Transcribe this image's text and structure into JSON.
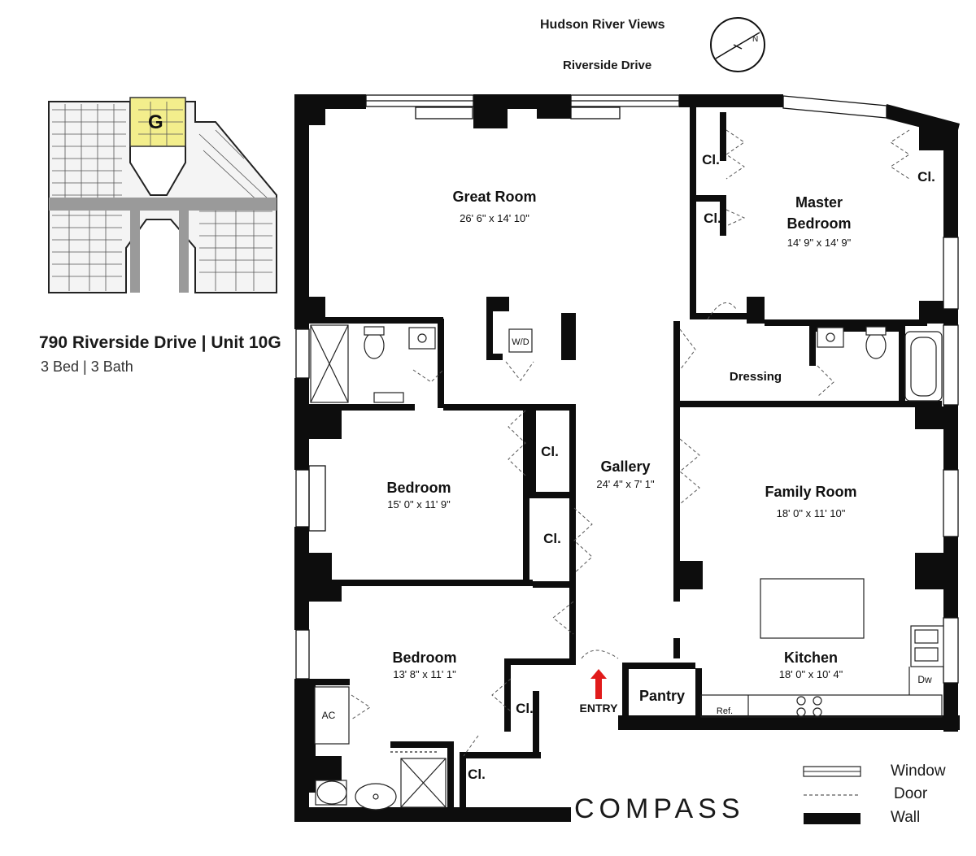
{
  "header": {
    "view": "Hudson River Views",
    "street": "Riverside Drive"
  },
  "listing": {
    "title": "790 Riverside Drive | Unit 10G",
    "subtitle": "3 Bed | 3 Bath"
  },
  "keyplan": {
    "unit_letter": "G"
  },
  "rooms": {
    "great_room": {
      "name": "Great Room",
      "dims": "26' 6\" x 14' 10\""
    },
    "master_bedroom": {
      "name_line1": "Master",
      "name_line2": "Bedroom",
      "dims": "14' 9\" x 14' 9\""
    },
    "bedroom_1": {
      "name": "Bedroom",
      "dims": "15' 0\" x 11' 9\""
    },
    "bedroom_2": {
      "name": "Bedroom",
      "dims": "13' 8\" x 11' 1\""
    },
    "gallery": {
      "name": "Gallery",
      "dims": "24' 4\" x 7' 1\""
    },
    "family_room": {
      "name": "Family Room",
      "dims": "18' 0\" x 11' 10\""
    },
    "kitchen": {
      "name": "Kitchen",
      "dims": "18' 0\" x 10' 4\""
    },
    "dressing": {
      "name": "Dressing"
    },
    "pantry": {
      "name": "Pantry"
    }
  },
  "fixtures": {
    "closet": "Cl.",
    "wd": "W/D",
    "ac": "AC",
    "ref": "Ref.",
    "dw": "Dw",
    "entry": "ENTRY"
  },
  "legend": {
    "window": "Window",
    "door": "Door",
    "wall": "Wall"
  },
  "brand": "COMPASS",
  "colors": {
    "wall": "#0d0d0d",
    "entry_arrow": "#e11b1b",
    "keyplan_highlight": "#f3ee8c"
  }
}
